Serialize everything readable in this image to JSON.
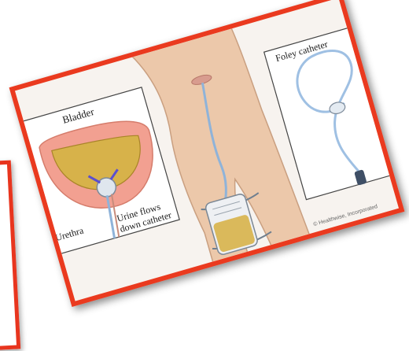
{
  "labels": {
    "bladder": "Bladder",
    "urethra": "Urethra",
    "urine_line1": "Urine flows",
    "urine_line2": "down catheter",
    "foley": "Foley catheter",
    "copyright": "© Healthwise, Incorporated"
  },
  "colors": {
    "frame": "#ea3a1f",
    "skin": "#ecc8aa",
    "bladder_wall": "#f2a091",
    "urine": "#d7b24a",
    "tube": "#a8c7e6"
  }
}
